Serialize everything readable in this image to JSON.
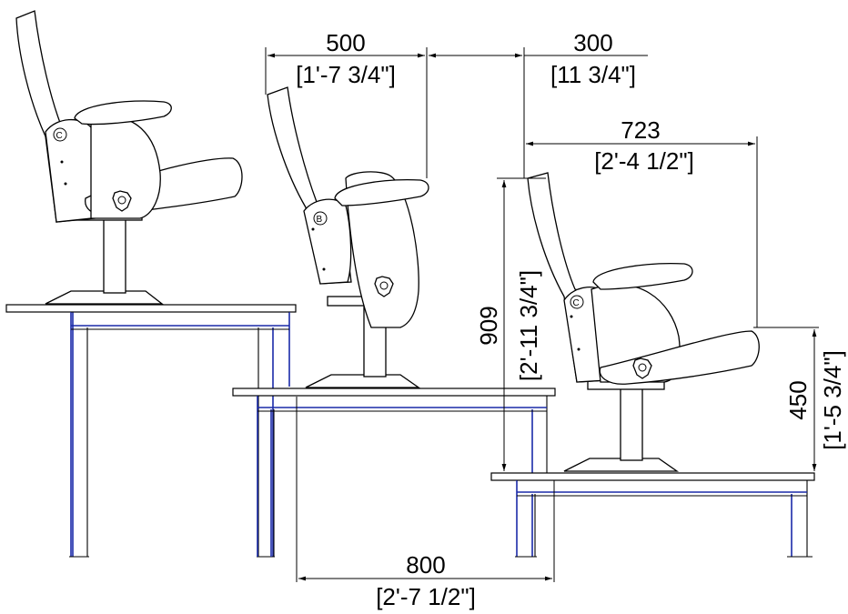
{
  "dimensions": {
    "seat_pitch_upper": {
      "value": "500",
      "imperial": "[1'-7 3/4\"]"
    },
    "offset": {
      "value": "300",
      "imperial": "[11 3/4\"]"
    },
    "depth": {
      "value": "723",
      "imperial": "[2'-4 1/2\"]"
    },
    "height_total": {
      "value": "909",
      "imperial": "[2'-11 3/4\"]"
    },
    "seat_height": {
      "value": "450",
      "imperial": "[1'-5 3/4\"]"
    },
    "row_pitch": {
      "value": "800",
      "imperial": "[2'-7 1/2\"]"
    }
  },
  "seat_labels": {
    "left": "C",
    "middle": "B",
    "right": "C"
  }
}
